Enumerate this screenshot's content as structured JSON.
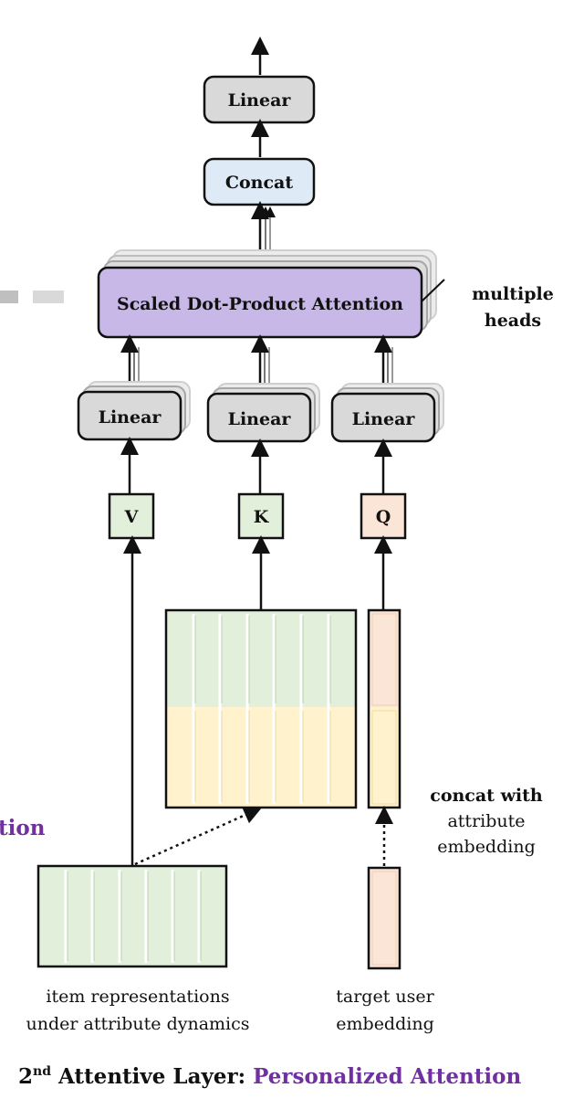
{
  "colors": {
    "linear_fill": "#d9d9d9",
    "concat_fill": "#deebf7",
    "attention_fill": "#c8b8e8",
    "v_fill": "#e2efda",
    "k_fill": "#e2efda",
    "q_fill": "#fbe5d6",
    "green_cells": "#e2efda",
    "yellow_cells": "#fff2cc",
    "peach_cells": "#fbe5d6",
    "accent_purple": "#7030a0",
    "stroke": "#111111"
  },
  "boxes": {
    "top_linear": "Linear",
    "concat": "Concat",
    "attention": "Scaled Dot-Product Attention",
    "linear_v": "Linear",
    "linear_k": "Linear",
    "linear_q": "Linear",
    "v": "V",
    "k": "K",
    "q": "Q"
  },
  "side_labels": {
    "multiple_heads_line1": "multiple",
    "multiple_heads_line2": "heads",
    "concat_line1": "concat with",
    "concat_line2": "attribute",
    "concat_line3": "embedding"
  },
  "bottom_labels": {
    "items_line1": "item representations",
    "items_line2": "under attribute dynamics",
    "user_line1": "target user",
    "user_line2": "embedding"
  },
  "cropped_text": {
    "left_fragment": "tion"
  },
  "caption": {
    "ordinal": "2",
    "superscript": "nd",
    "layer": " Attentive Layer: ",
    "accent": "Personalized Attention"
  }
}
